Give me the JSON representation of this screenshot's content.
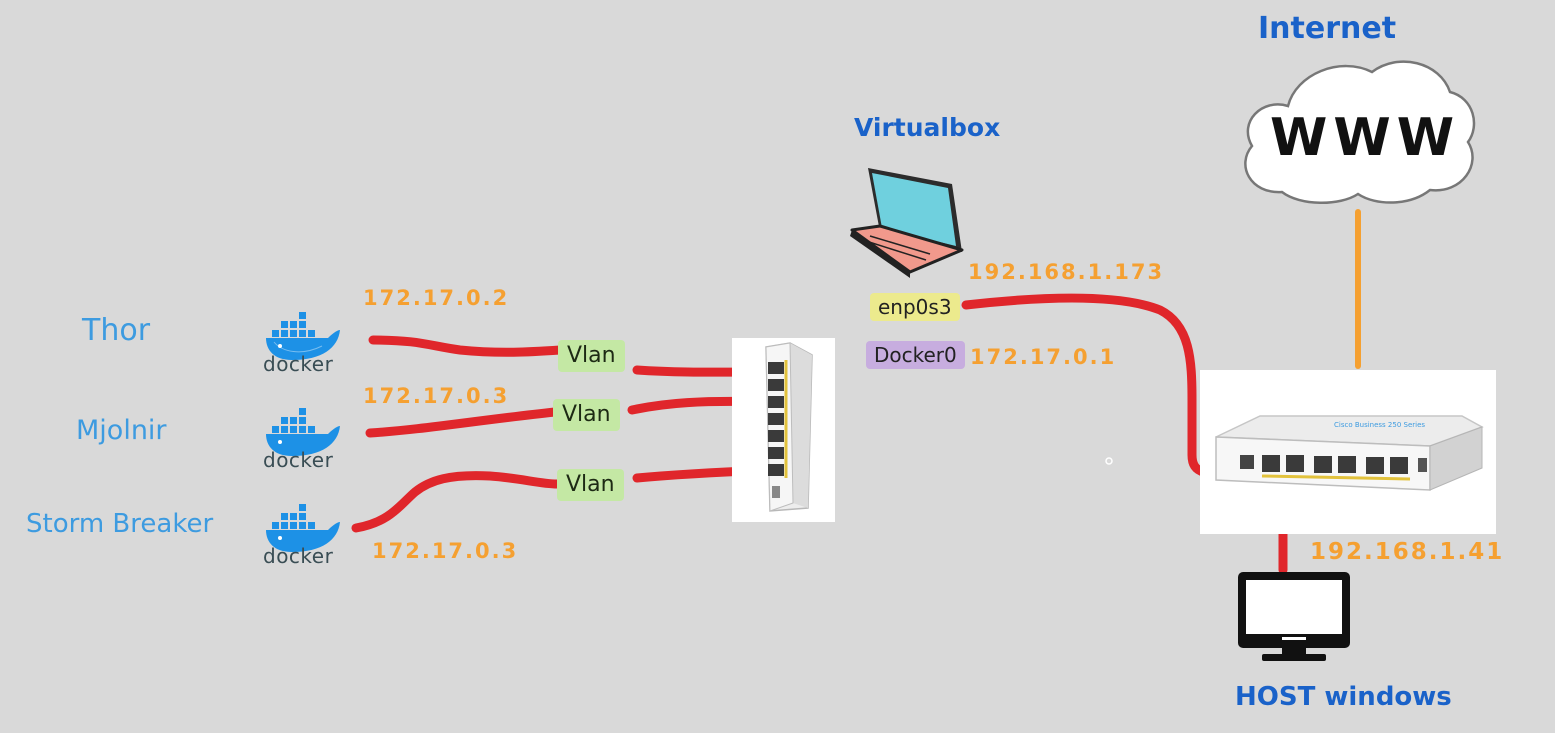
{
  "nodes": {
    "thor": "Thor",
    "mjolnir": "Mjolnir",
    "storm_breaker": "Storm Breaker",
    "docker_logo": "docker",
    "virtualbox": "Virtualbox",
    "internet": "Internet",
    "www": "WWW",
    "host": "HOST windows"
  },
  "ips": {
    "thor": "172.17.0.2",
    "mjolnir": "172.17.0.3",
    "storm_breaker": "172.17.0.3",
    "enp0s3": "192.168.1.173",
    "docker0": "172.17.0.1",
    "host": "192.168.1.41"
  },
  "tags": {
    "vlan": "Vlan",
    "enp0s3": "enp0s3",
    "docker0": "Docker0"
  },
  "switch_brand": "Cisco Business 250 Series",
  "colors": {
    "cable": "#e0262b",
    "uplink": "#f5a031",
    "ip_text": "#f5a031",
    "container_label": "#3d9be0",
    "title_label": "#1a62c9",
    "vlan_bg": "#c4e8a4",
    "enp_bg": "#ecea8d",
    "docker0_bg": "#c7addf"
  }
}
